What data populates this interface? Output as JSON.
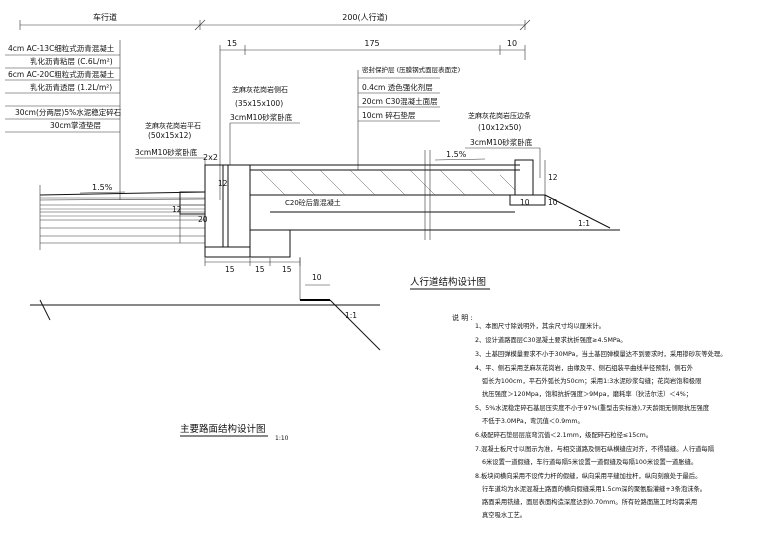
{
  "top_dims": {
    "carriageway": "车行道",
    "sidewalk": "200(人行道)",
    "seg_a": "15",
    "seg_b": "175",
    "seg_c": "10"
  },
  "road_layers": [
    "4cm  AC-13C细粒式沥青混凝土",
    "乳化沥青粘层  (C.6L/m²)",
    "6cm  AC-20C粗粒式沥青混凝土",
    "乳化沥青透层  (1.2L/m²)",
    "30cm(分两层)5%水泥稳定碎石",
    "30cm掌渣垫层"
  ],
  "flat_stone": {
    "name": "芝麻灰花岗岩平石",
    "size": "(50x15x12)",
    "bed": "3cmM10砂浆卧底"
  },
  "curb_stone": {
    "name": "芝麻灰花岗岩侧石",
    "size": "(35x15x100)",
    "bed": "3cmM10砂浆卧底"
  },
  "sidewalk_layers": {
    "title": "密封保护层 (压膜钢式面层表面定)",
    "items": [
      "0.4cm  透色强化剂层",
      "20cm  C30混凝土面层",
      "10cm   碎石垫层"
    ]
  },
  "edge_stone": {
    "name": "芝麻灰花岗岩压边条",
    "size": "(10x12x50)",
    "bed": "3cmM10砂浆卧底"
  },
  "labels": {
    "joint": "2x2",
    "c20": "C20砼后靠混凝土",
    "slope_road": "1.5%",
    "slope_walk": "1.5%",
    "dim_12a": "12",
    "dim_20": "20",
    "dim_12b": "12",
    "dim_12c": "12",
    "dim_10a": "10",
    "dim_10b": "10",
    "dim_10c": "10",
    "dim_15a": "15",
    "dim_15b": "15",
    "dim_15c": "15",
    "dim_15d": "15",
    "dim_1_1a": "1:1",
    "dim_1_1b": "1:1"
  },
  "titles": {
    "sidewalk": "人行道结构设计图",
    "main": "主要路面结构设计图",
    "scale": "1:10"
  },
  "notes": {
    "heading": "说  明 :",
    "items": [
      "1、本图尺寸除说明外，其余尺寸均以厘米计。",
      "2、设计道路面层C30混凝土要求抗折强度≥4.5MPa。",
      "3、土基回弹模量要求不小于30MPa，当土基回弹模量达不到要求时，采用掺砂灰等处理。",
      "4、平、侧石采用芝麻灰花岗岩，由缘及平、侧石组装平曲线半径预制，侧石外",
      "弧长为100cm，平石外弧长为50cm；采用1:3水泥砂浆勾缝；花岗岩饱和极限",
      "抗压强度＞120Mpa，饱和抗折强度＞9Mpa，磨耗率（狄法尔法）＜4%；",
      "5、5%水泥稳定碎石基层压实度不小于97%(重型击实标准),7天龄期无侧限抗压强度",
      "不低于3.0MPa，弯沉值＜0.9mm。",
      "6.级配碎石垫层层底弯沉值＜2.1mm，级配碎石粒径≤15cm。",
      "7.混凝土板尺寸以图示为准，与相交道路及侧石纵横缝应对齐，不得错缝。人行道每隔",
      "6米设置一道假缝，车行道每隔5米设置一道假缝及每隔100米设置一道胀缝。",
      "8.板块间横向采用不设传力杆的假缝，纵向采用平缝加拉杆，纵向刻痕处于最后。",
      "行车道均为水泥混凝土路面的横向假缝采用1.5cm深的聚氨脂灌缝+3条泡沫条。",
      "路面采用铣缝，面层表面构造深度达到0.70mm。所有砼路面施工时均需采用",
      "真空吸水工艺。"
    ]
  }
}
